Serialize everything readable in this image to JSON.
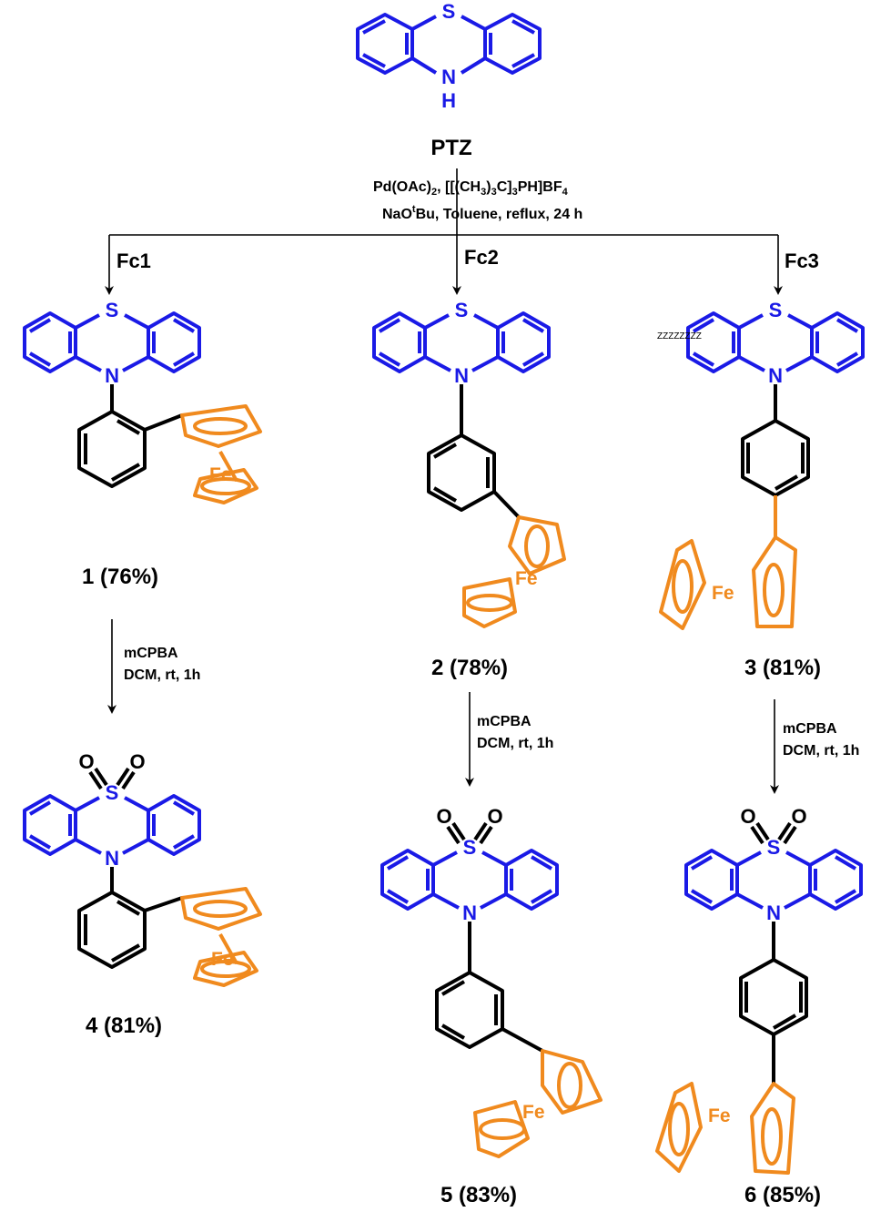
{
  "colors": {
    "phenothiazine": "#1a1ae6",
    "linker": "#000000",
    "ferrocene": "#f08a1e",
    "arrow": "#000000"
  },
  "start": {
    "atoms": {
      "S": "S",
      "N": "N",
      "H": "H"
    },
    "label": "PTZ"
  },
  "conditions": {
    "line1_a": "Pd(OAc)",
    "line1_sub_a": "2",
    "line1_b": ", [[(CH",
    "line1_sub_b": "3",
    "line1_c": ")",
    "line1_sub_c": "3",
    "line1_d": "C]",
    "line1_sub_d": "3",
    "line1_e": "PH]BF",
    "line1_sub_e": "4",
    "line2_a": "NaO",
    "line2_sup": "t",
    "line2_b": "Bu, Toluene, reflux, 24 h"
  },
  "branches": [
    {
      "reagent": "Fc1"
    },
    {
      "reagent": "Fc2"
    },
    {
      "reagent": "Fc3"
    }
  ],
  "stray_text": "ZZZZZZZZ",
  "oxidation": {
    "line1": "mCPBA",
    "line2": "DCM, rt, 1h"
  },
  "atom_labels": {
    "S": "S",
    "N": "N",
    "O": "O",
    "Fe": "Fe"
  },
  "products": [
    {
      "number": "1",
      "yield": "(76%)"
    },
    {
      "number": "2",
      "yield": "(78%)"
    },
    {
      "number": "3",
      "yield": "(81%)"
    },
    {
      "number": "4",
      "yield": "(81%)"
    },
    {
      "number": "5",
      "yield": "(83%)"
    },
    {
      "number": "6",
      "yield": "(85%)"
    }
  ]
}
